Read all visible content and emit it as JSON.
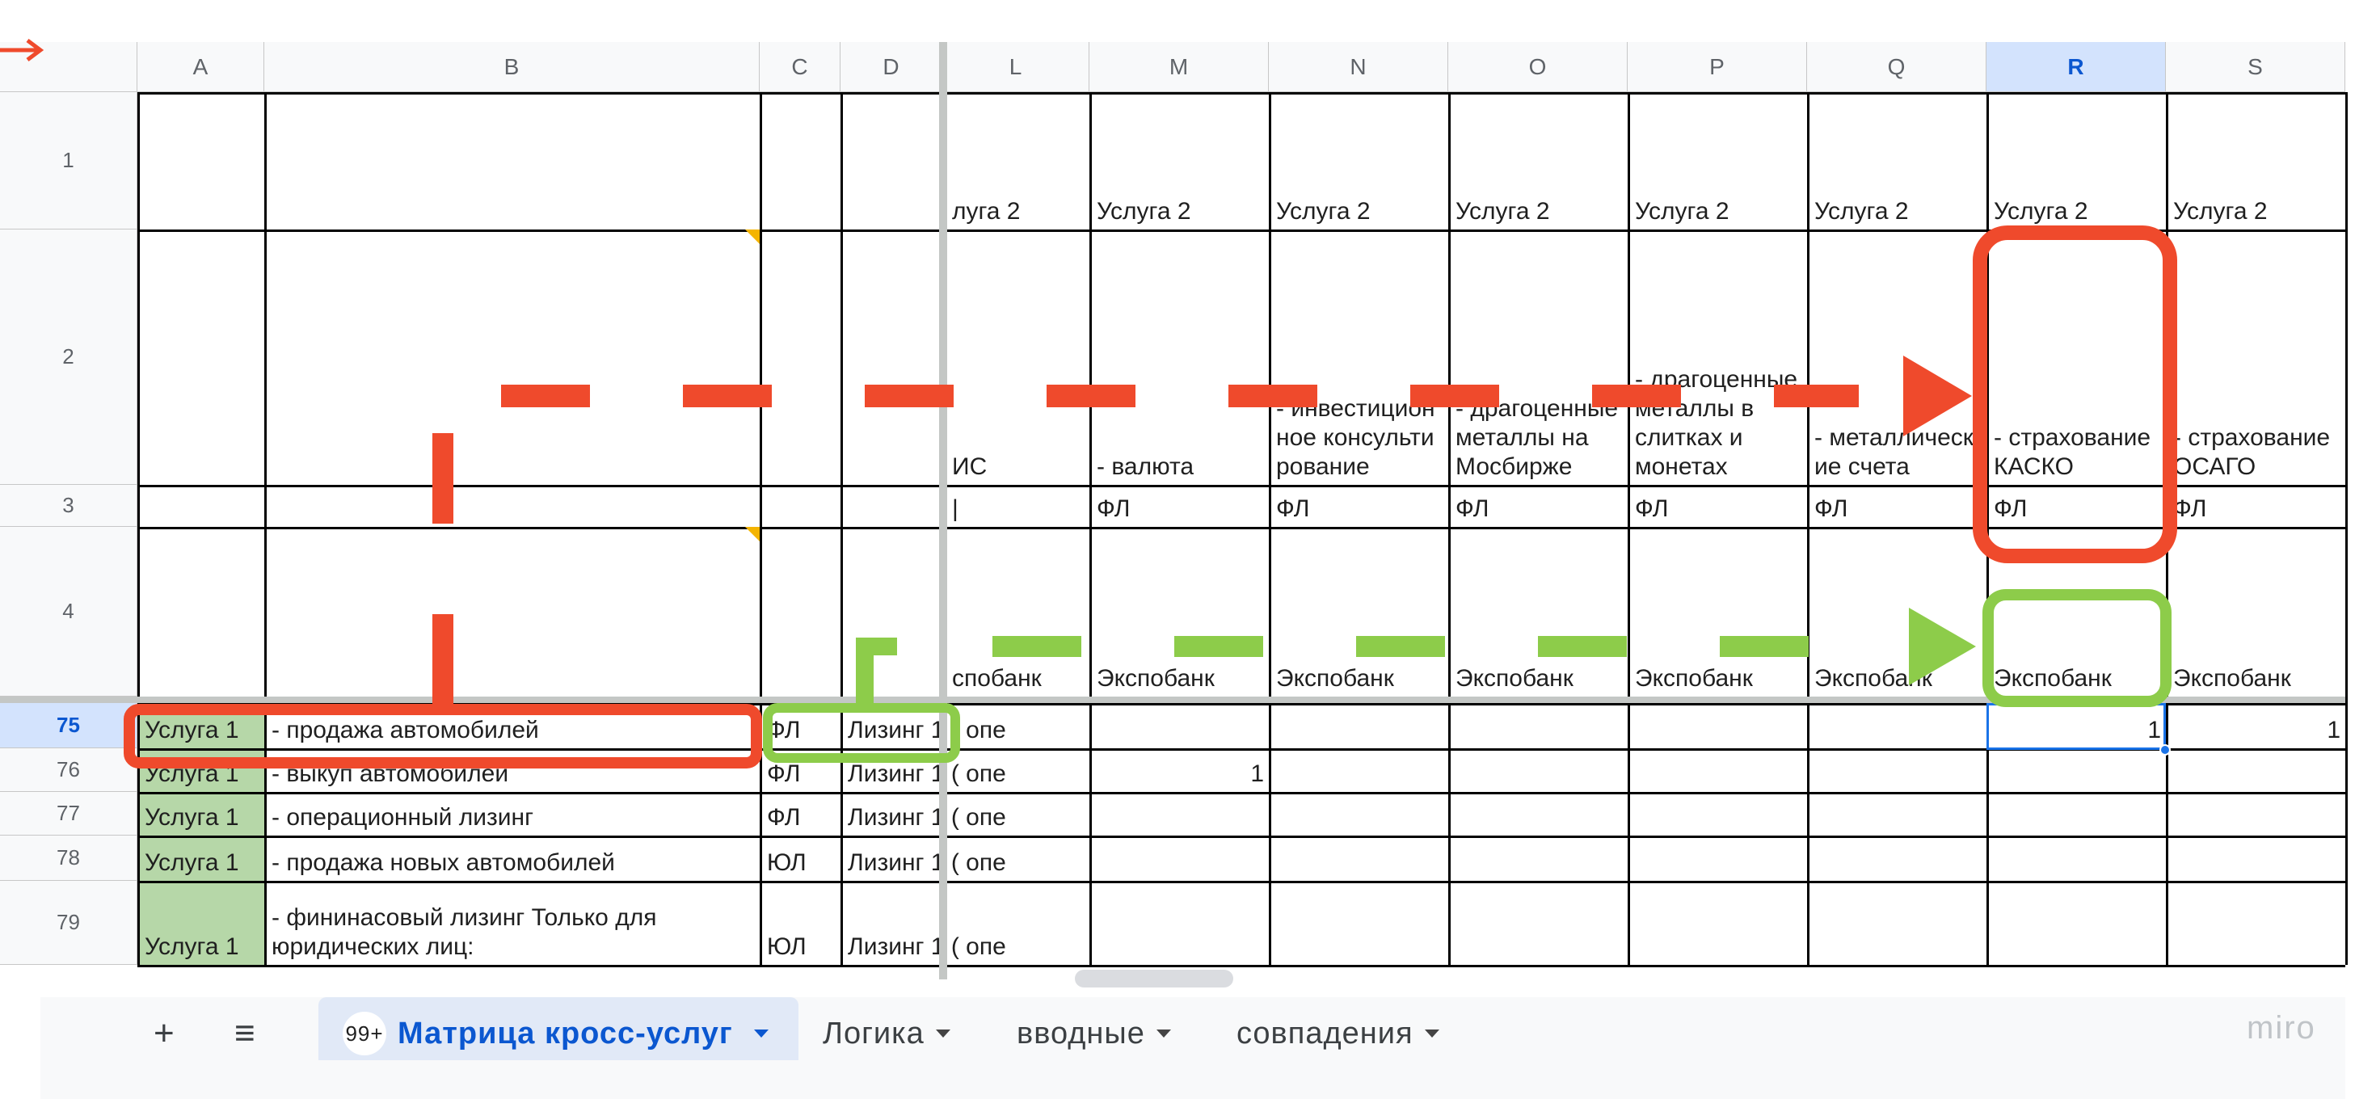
{
  "columns": [
    "A",
    "B",
    "C",
    "D",
    "L",
    "M",
    "N",
    "O",
    "P",
    "Q",
    "R",
    "S"
  ],
  "selected_column": "R",
  "row_numbers": {
    "r1": "1",
    "r2": "2",
    "r3": "3",
    "r4": "4",
    "r75": "75",
    "r76": "76",
    "r77": "77",
    "r78": "78",
    "r79": "79"
  },
  "header_rows": {
    "L": {
      "r1": "луга 2",
      "r2": "ИС",
      "r3": "|",
      "r4": "спобанк"
    },
    "M": {
      "r1": "Услуга 2",
      "r2": "- валюта",
      "r3": "ФЛ",
      "r4": "Экспобанк"
    },
    "N": {
      "r1": "Услуга 2",
      "r2": "- инвестиционное консультирование",
      "r3": "ФЛ",
      "r4": "Экспобанк"
    },
    "O": {
      "r1": "Услуга 2",
      "r2": "- драгоценные металлы на Мосбирже",
      "r3": "ФЛ",
      "r4": "Экспобанк"
    },
    "P": {
      "r1": "Услуга 2",
      "r2": "- драгоценные металлы в слитках и монетах",
      "r3": "ФЛ",
      "r4": "Экспобанк"
    },
    "Q": {
      "r1": "Услуга 2",
      "r2": "- металлические счета",
      "r3": "ФЛ",
      "r4": "Экспобанк"
    },
    "R": {
      "r1": "Услуга 2",
      "r2": "- страхование КАСКО",
      "r3": "ФЛ",
      "r4": "Экспобанк"
    },
    "S": {
      "r1": "Услуга 2",
      "r2": "- страхование ОСАГО",
      "r3": "ФЛ",
      "r4": "Экспобанк"
    }
  },
  "data_rows": [
    {
      "row": "75",
      "A": "Услуга 1",
      "B": "- продажа автомобилей",
      "C": "ФЛ",
      "D": "Лизинг 1 ( опе",
      "R": "1",
      "S": "1"
    },
    {
      "row": "76",
      "A": "Услуга 1",
      "B": "- выкуп автомобилей",
      "C": "ФЛ",
      "D": "Лизинг 1 ( опе",
      "M": "1"
    },
    {
      "row": "77",
      "A": "Услуга 1",
      "B": "- операционный лизинг",
      "C": "ФЛ",
      "D": "Лизинг 1 ( опе"
    },
    {
      "row": "78",
      "A": "Услуга 1",
      "B": "- продажа новых автомобилей",
      "C": "ЮЛ",
      "D": "Лизинг 1 ( опе"
    },
    {
      "row": "79",
      "A": "Услуга 1",
      "B": "- фининасовый лизинг Только для юридических лиц:",
      "C": "ЮЛ",
      "D": "Лизинг 1 ( опе"
    }
  ],
  "sheet_tabs": {
    "add_label": "+",
    "menu_label": "≡",
    "badge": "99+",
    "active": "Матрица кросс-услуг",
    "others": [
      "Логика",
      "вводные",
      "совпадения"
    ]
  },
  "watermark": "miro",
  "colors": {
    "annotation_red": "#ef4a2c",
    "annotation_green": "#8dcc4a",
    "accent_blue": "#0b57d0",
    "selection_blue": "#d3e3fd",
    "cell_green": "#b6d7a8"
  }
}
